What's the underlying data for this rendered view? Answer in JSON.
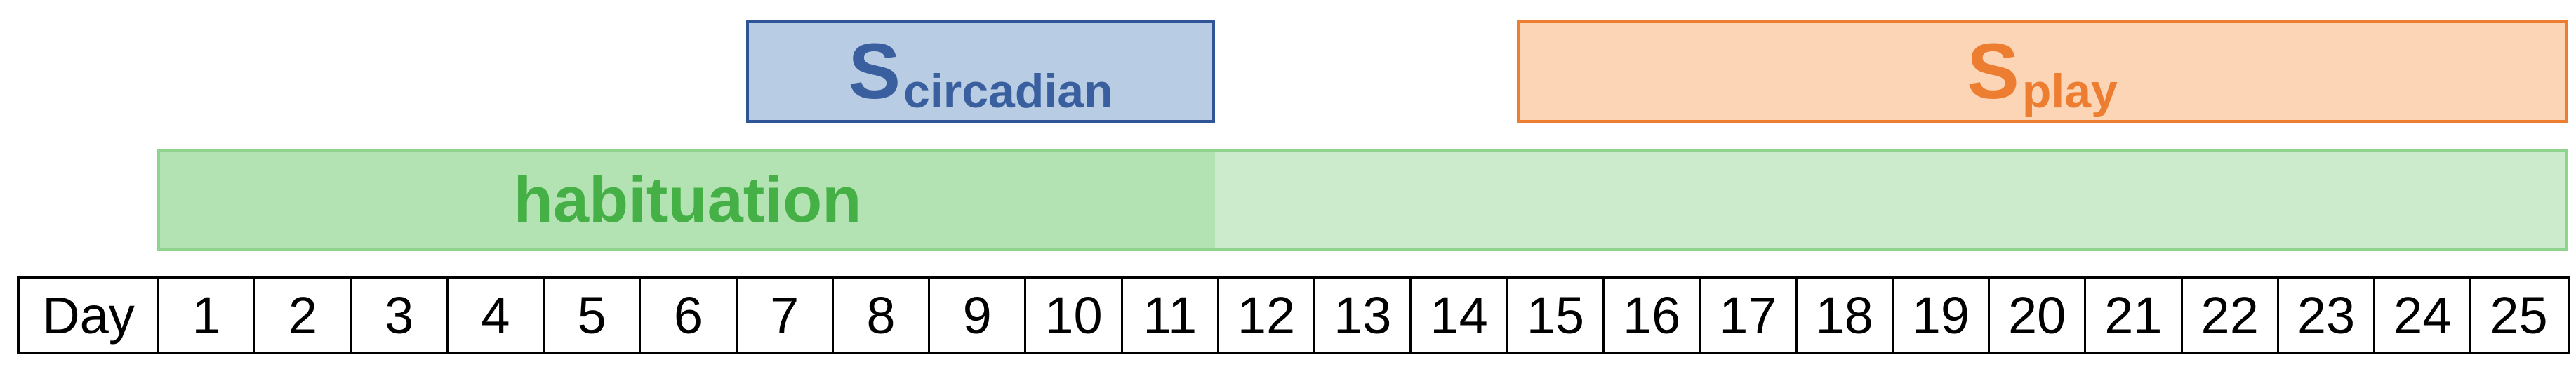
{
  "bars": {
    "s_circadian": {
      "symbol": "S",
      "subscript": "circadian",
      "color": "#2f5597",
      "fill": "#b8cce4"
    },
    "s_play": {
      "symbol": "S",
      "subscript": "play",
      "color": "#ed7d31",
      "fill": "#fbd5b5"
    },
    "habituation": {
      "label": "habituation",
      "color": "#45b045",
      "fill_dark": "#b3e2b3",
      "fill_light": "#ccebcc"
    }
  },
  "timeline": {
    "header": "Day",
    "days": [
      "1",
      "2",
      "3",
      "4",
      "5",
      "6",
      "7",
      "8",
      "9",
      "10",
      "11",
      "12",
      "13",
      "14",
      "15",
      "16",
      "17",
      "18",
      "19",
      "20",
      "21",
      "22",
      "23",
      "24",
      "25"
    ]
  }
}
